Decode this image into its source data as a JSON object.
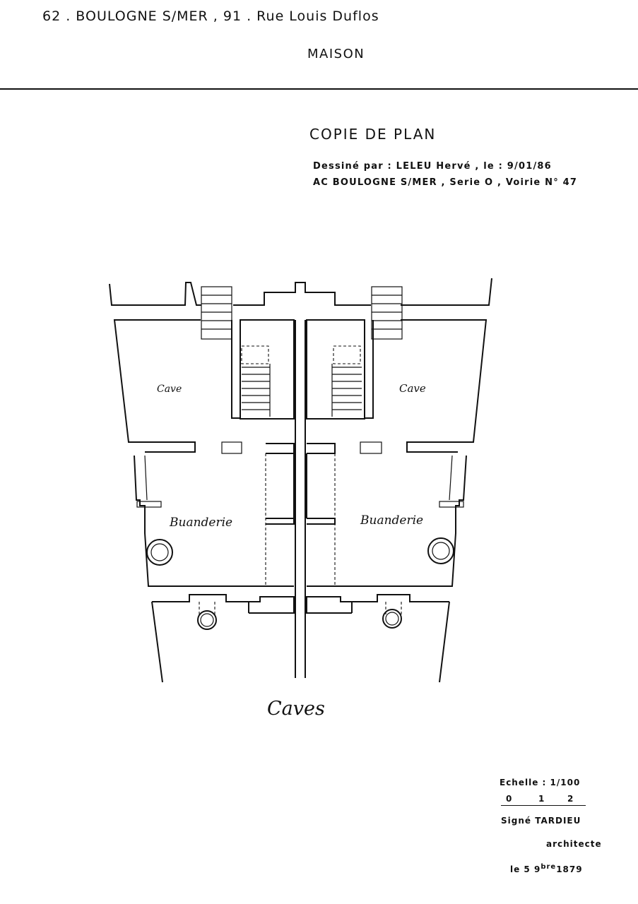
{
  "header": {
    "address_line": "62 . BOULOGNE S/MER , 91 . Rue Louis Duflos",
    "building_type": "MAISON"
  },
  "plan_info": {
    "title": "COPIE DE PLAN",
    "drawn_by": "Dessiné par : LELEU Hervé , le : 9/01/86",
    "archive_ref": "AC BOULOGNE S/MER , Serie O , Voirie N° 47"
  },
  "rooms": {
    "cave_left": "Cave",
    "cave_right": "Cave",
    "buanderie_left": "Buanderie",
    "buanderie_right": "Buanderie"
  },
  "plan_caption": "Caves",
  "scale": {
    "label": "Echelle : 1/100",
    "ticks": [
      "0",
      "1",
      "2"
    ]
  },
  "signature": {
    "signed": "Signé TARDIEU",
    "role": "architecte",
    "date_prefix": "le 5 9",
    "date_superscript": "bre",
    "year": "1879"
  }
}
